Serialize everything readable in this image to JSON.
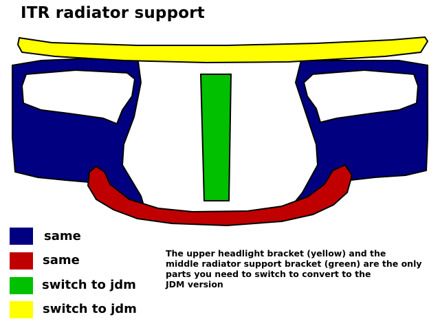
{
  "title": "ITR radiator support",
  "colors": {
    "blue": "#000080",
    "red": "#c00000",
    "green": "#00c000",
    "yellow": "#ffff00",
    "outline": "#000000"
  },
  "legend": [
    {
      "color": "#000080",
      "label": "same"
    },
    {
      "color": "#c00000",
      "label": "same"
    },
    {
      "color": "#00c000",
      "label": "switch to jdm"
    },
    {
      "color": "#ffff00",
      "label": "switch to jdm"
    }
  ],
  "note": {
    "lines": [
      "The upper headlight bracket (yellow) and the",
      "middle radiator support bracket (green) are the only",
      "parts you need to switch to convert to the",
      "JDM version"
    ]
  }
}
